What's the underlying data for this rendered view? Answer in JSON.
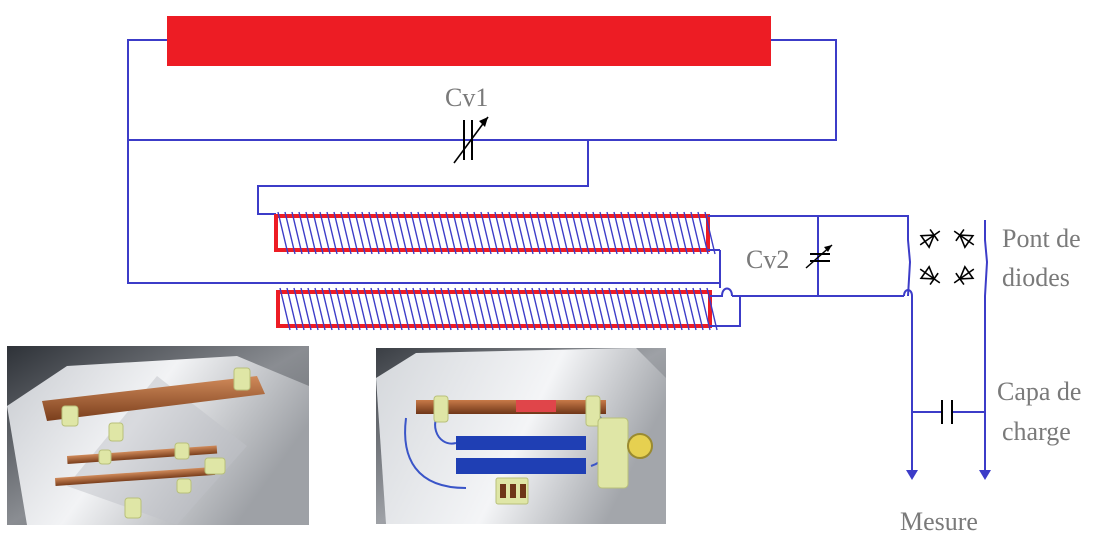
{
  "labels": {
    "cv1": "Cv1",
    "cv2": "Cv2",
    "bridge_line1": "Pont de",
    "bridge_line2": "diodes",
    "cap_line1": "Capa de",
    "cap_line2": "charge",
    "measure": "Mesure"
  },
  "colors": {
    "wire": "#3c3cc8",
    "conductor": "#ed1c24",
    "label": "#7a7a7a",
    "copper": "#a8643a",
    "coil": "#1f3fb4",
    "support": "#dfe6a6"
  },
  "photos": [
    {
      "name": "photo-parts-unassembled"
    },
    {
      "name": "photo-assembled-setup"
    }
  ]
}
